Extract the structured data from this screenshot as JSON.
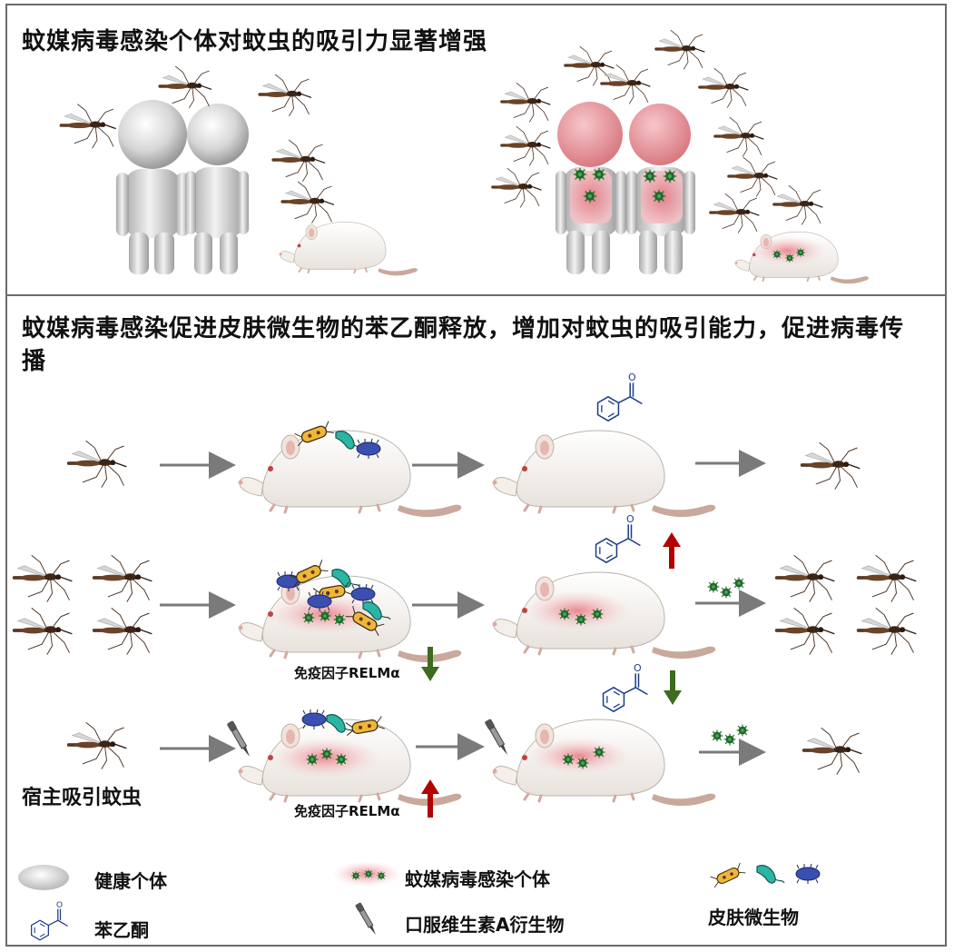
{
  "top_panel": {
    "title": "蚊媒病毒感染个体对蚊虫的吸引力显著增强"
  },
  "bottom_panel": {
    "title": "蚊媒病毒感染促进皮肤微生物的苯乙酮释放，增加对蚊虫的吸引能力，促进病毒传播",
    "row_label_host": "宿主吸引蚊虫",
    "immune_factor_down": "免疫因子RELMα",
    "immune_factor_up": "免疫因子RELMα"
  },
  "legend": {
    "healthy": "健康个体",
    "infected": "蚊媒病毒感染个体",
    "skin_microbes": "皮肤微生物",
    "acetophenone": "苯乙酮",
    "vitamin_a": "口服维生素A衍生物"
  },
  "colors": {
    "border": "#6b6b6b",
    "arrow_gray": "#7a7a7a",
    "arrow_red": "#b30000",
    "arrow_green": "#3d6b1f",
    "infection_pink": "#e8868e",
    "virus_green": "#1f6b2a",
    "molecule_blue": "#1f3f8a"
  }
}
